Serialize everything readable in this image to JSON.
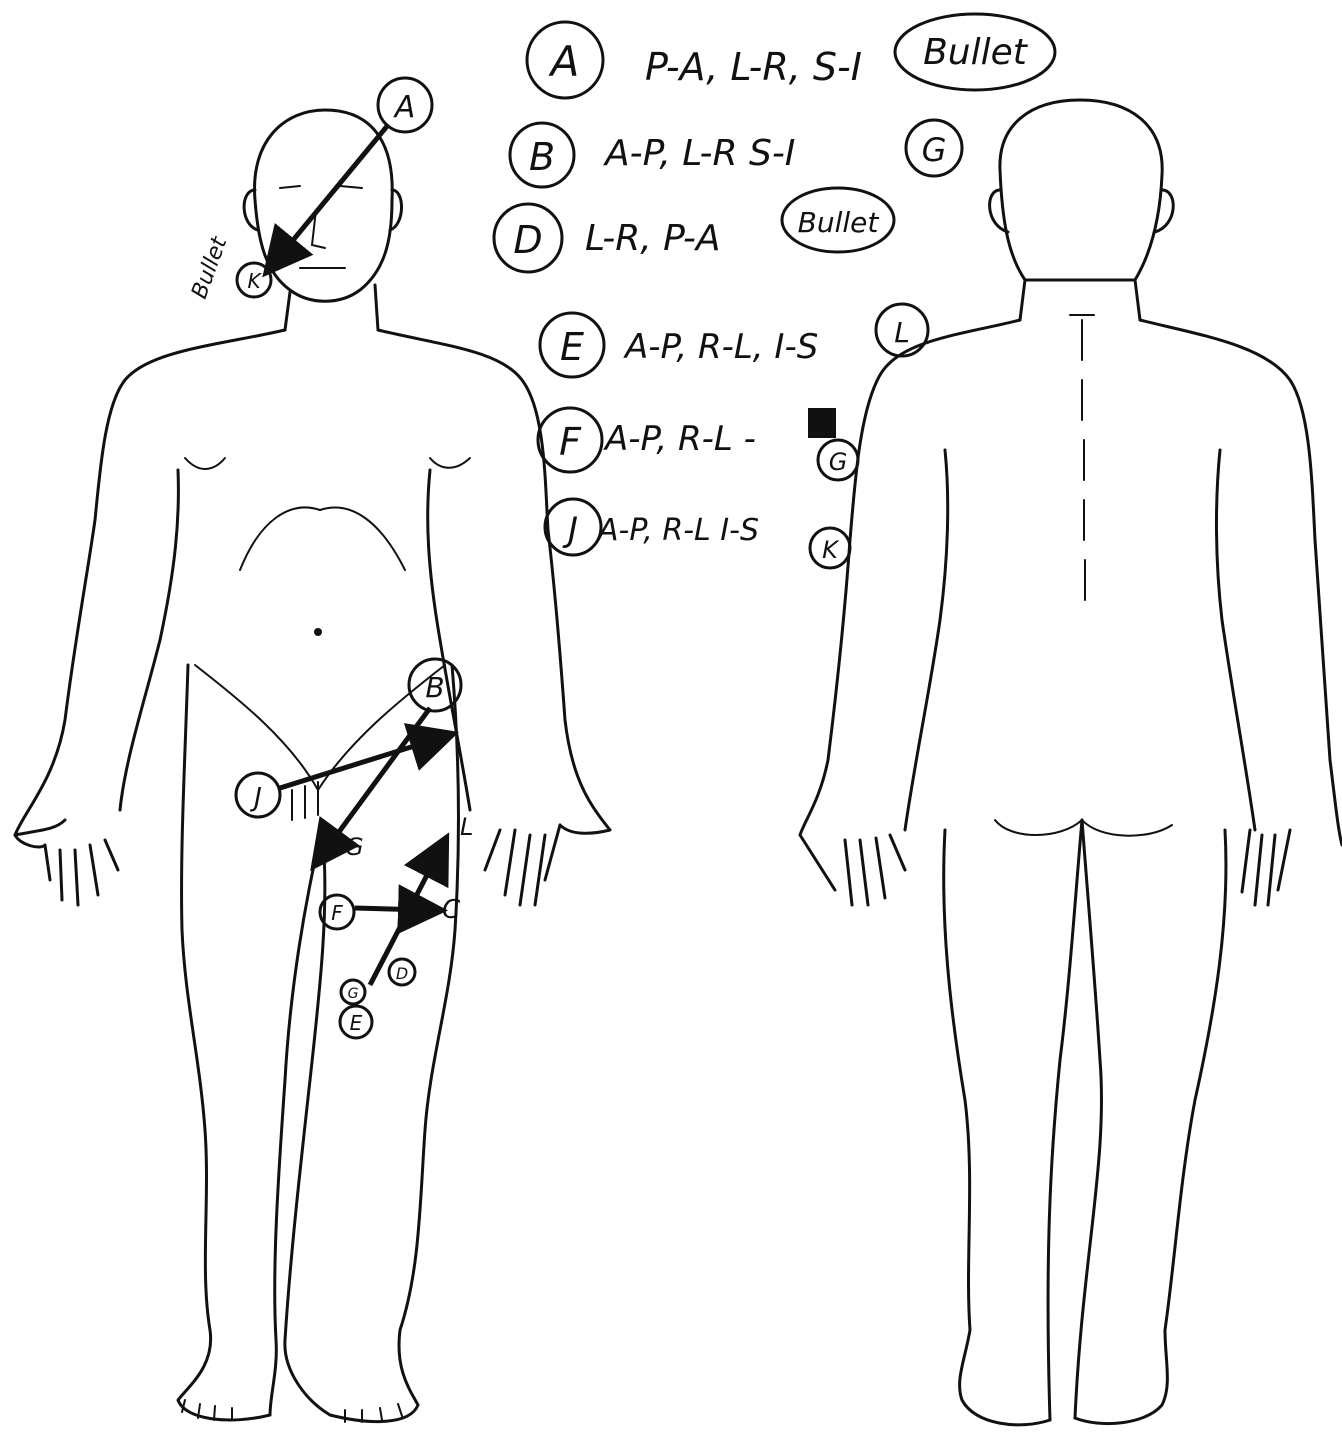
{
  "legend": [
    {
      "letter": "A",
      "text": "P-A, L-R, S-I",
      "end": "Bullet"
    },
    {
      "letter": "B",
      "text": "A-P, L-R  S-I",
      "end": "G"
    },
    {
      "letter": "D",
      "text": "L-R, P-A",
      "end": "Bullet"
    },
    {
      "letter": "E",
      "text": "A-P, R-L, I-S",
      "end": "L"
    },
    {
      "letter": "F",
      "text": "A-P, R-L -",
      "end": "G"
    },
    {
      "letter": "J",
      "text": "A-P, R-L  I-S",
      "end": "K"
    }
  ],
  "front_labels": {
    "a": "A",
    "bullet_face": "Bullet",
    "k_face": "K",
    "b": "B",
    "j": "J",
    "g": "G",
    "l": "L",
    "c": "C",
    "f": "F",
    "d": "D",
    "e": "E",
    "small": "G"
  },
  "colors": {
    "ink": "#111111",
    "paper": "#ffffff"
  }
}
